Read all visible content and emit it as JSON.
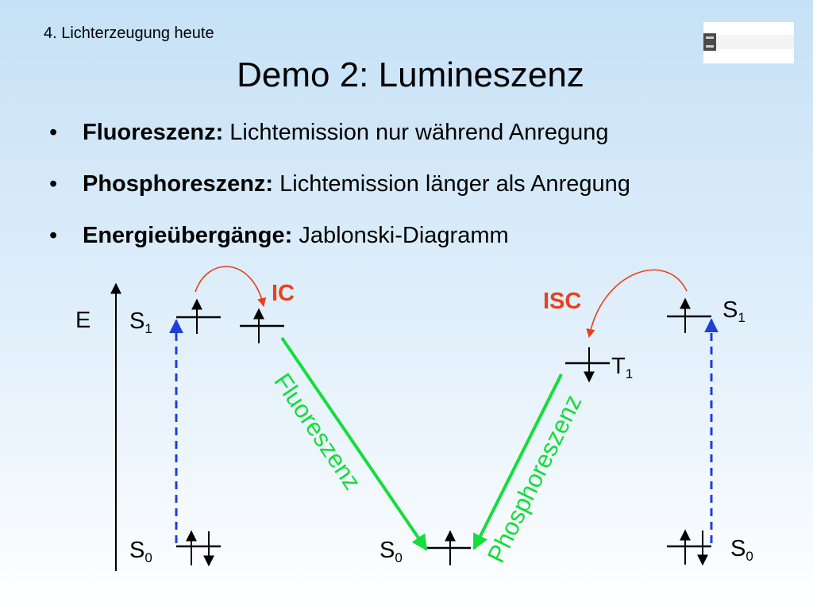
{
  "header": {
    "section": "4. Lichterzeugung heute",
    "title": "Demo 2: Lumineszenz"
  },
  "bullets": [
    {
      "term": "Fluoreszenz:",
      "text": " Lichtemission nur während Anregung"
    },
    {
      "term": "Phosphoreszenz:",
      "text": " Lichtemission länger als Anregung"
    },
    {
      "term": "Energieübergänge:",
      "text": " Jablonski-Diagramm"
    }
  ],
  "diagram": {
    "energy_axis_label": "E",
    "states": {
      "s1_left": {
        "letter": "S",
        "index": "1"
      },
      "s0_left": {
        "letter": "S",
        "index": "0"
      },
      "s0_center": {
        "letter": "S",
        "index": "0"
      },
      "t1": {
        "letter": "T",
        "index": "1"
      },
      "s1_right": {
        "letter": "S",
        "index": "1"
      },
      "s0_right": {
        "letter": "S",
        "index": "0"
      }
    },
    "transitions": {
      "ic": "IC",
      "isc": "ISC",
      "fluorescence": "Fluoreszenz",
      "phosphorescence": "Phosphoreszenz"
    },
    "colors": {
      "absorption": "#1f3fd8",
      "emission": "#15dd3c",
      "nonradiative": "#e8401c"
    }
  }
}
